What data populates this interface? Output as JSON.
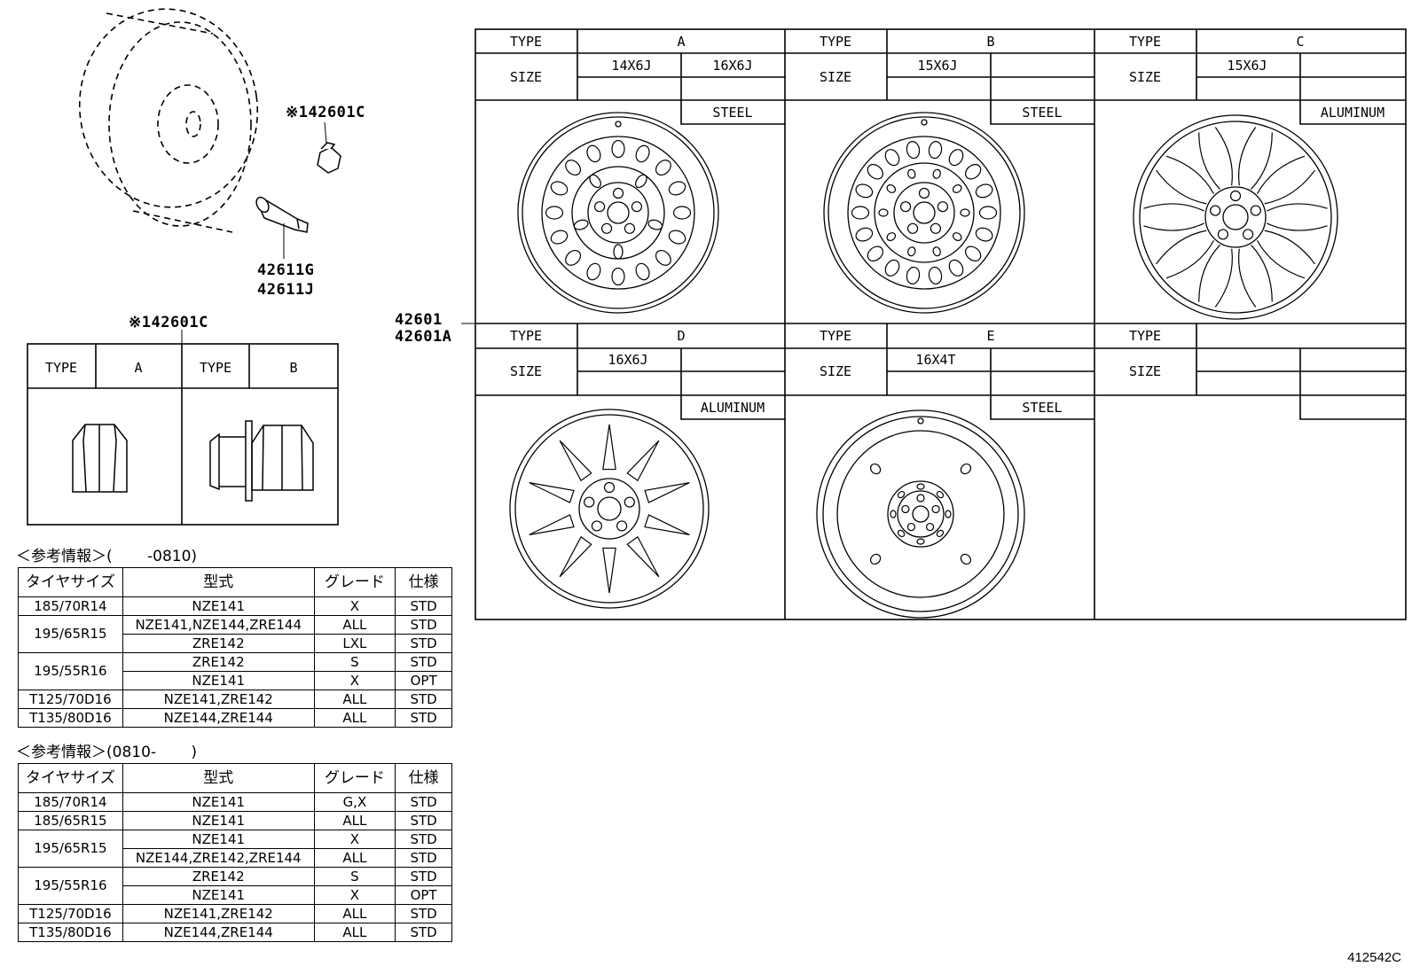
{
  "callouts": {
    "nut_ref_top": "※142601C",
    "valve_1": "42611G",
    "valve_2": "42611J",
    "nut_ref_table": "※142601C",
    "wheel_1": "42601",
    "wheel_2": "42601A"
  },
  "nut_table": {
    "type_label": "TYPE",
    "type_a": "A",
    "type_b": "B"
  },
  "wheel_grid": {
    "type_label": "TYPE",
    "size_label": "SIZE",
    "cells": [
      {
        "type": "A",
        "size1": "14X6J",
        "size2": "16X6J",
        "material": "STEEL"
      },
      {
        "type": "B",
        "size1": "15X6J",
        "size2": "",
        "material": "STEEL"
      },
      {
        "type": "C",
        "size1": "15X6J",
        "size2": "",
        "material": "ALUMINUM"
      },
      {
        "type": "D",
        "size1": "16X6J",
        "size2": "",
        "material": "ALUMINUM"
      },
      {
        "type": "E",
        "size1": "16X4T",
        "size2": "",
        "material": "STEEL"
      },
      {
        "type": "",
        "size1": "",
        "size2": "",
        "material": ""
      }
    ]
  },
  "ref_table_1": {
    "title": "＜参考情報＞(　　 -0810)",
    "headers": [
      "タイヤサイズ",
      "型式",
      "グレード",
      "仕様"
    ],
    "groups": [
      {
        "tire": "185/70R14",
        "rows": [
          [
            "NZE141",
            "X",
            "STD"
          ]
        ]
      },
      {
        "tire": "195/65R15",
        "rows": [
          [
            "NZE141,NZE144,ZRE144",
            "ALL",
            "STD"
          ],
          [
            "ZRE142",
            "LXL",
            "STD"
          ]
        ]
      },
      {
        "tire": "195/55R16",
        "rows": [
          [
            "ZRE142",
            "S",
            "STD"
          ],
          [
            "NZE141",
            "X",
            "OPT"
          ]
        ]
      },
      {
        "tire": "T125/70D16",
        "rows": [
          [
            "NZE141,ZRE142",
            "ALL",
            "STD"
          ]
        ]
      },
      {
        "tire": "T135/80D16",
        "rows": [
          [
            "NZE144,ZRE144",
            "ALL",
            "STD"
          ]
        ]
      }
    ]
  },
  "ref_table_2": {
    "title": "＜参考情報＞(0810-　　 )",
    "headers": [
      "タイヤサイズ",
      "型式",
      "グレード",
      "仕様"
    ],
    "groups": [
      {
        "tire": "185/70R14",
        "rows": [
          [
            "NZE141",
            "G,X",
            "STD"
          ]
        ]
      },
      {
        "tire": "185/65R15",
        "rows": [
          [
            "NZE141",
            "ALL",
            "STD"
          ]
        ]
      },
      {
        "tire": "195/65R15",
        "rows": [
          [
            "NZE141",
            "X",
            "STD"
          ],
          [
            "NZE144,ZRE142,ZRE144",
            "ALL",
            "STD"
          ]
        ]
      },
      {
        "tire": "195/55R16",
        "rows": [
          [
            "ZRE142",
            "S",
            "STD"
          ],
          [
            "NZE141",
            "X",
            "OPT"
          ]
        ]
      },
      {
        "tire": "T125/70D16",
        "rows": [
          [
            "NZE141,ZRE142",
            "ALL",
            "STD"
          ]
        ]
      },
      {
        "tire": "T135/80D16",
        "rows": [
          [
            "NZE144,ZRE144",
            "ALL",
            "STD"
          ]
        ]
      }
    ]
  },
  "diagram_id": "412542C"
}
